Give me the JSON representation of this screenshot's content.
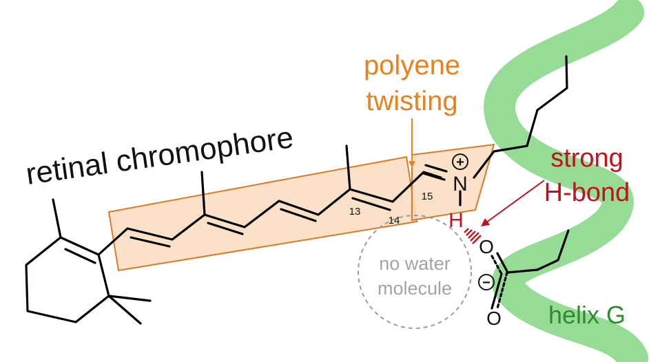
{
  "title": "retinal chromophore",
  "labels": {
    "polyene_line1": "polyene",
    "polyene_line2": "twisting",
    "hbond_line1": "strong",
    "hbond_line2": "H-bond",
    "water_line1": "no water",
    "water_line2": "molecule",
    "helix": "helix G"
  },
  "atoms": {
    "n13": "13",
    "n14": "14",
    "n15": "15",
    "nitrogen": "N",
    "plus": "+",
    "hydrogen": "H",
    "oxygen_top": "O",
    "minus": "−",
    "oxygen_bottom": "O"
  },
  "colors": {
    "orange_text": "#e8821e",
    "orange_box_fill": "#fbdcbf",
    "orange_box_stroke": "#d97a26",
    "dark_red": "#c0121c",
    "helix_green": "#96dc96",
    "helix_text": "#2e8b2e",
    "gray": "#a3a3a3",
    "bond": "#000000"
  }
}
